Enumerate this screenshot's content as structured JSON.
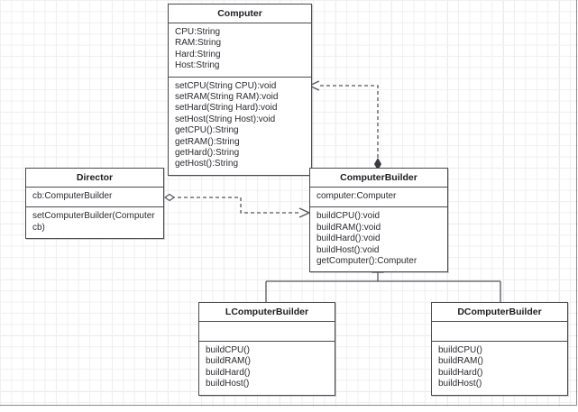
{
  "diagram": {
    "type": "uml-class-diagram",
    "classes": [
      {
        "id": "computer",
        "name": "Computer",
        "attributes": [
          "CPU:String",
          "RAM:String",
          "Hard:String",
          "Host:String"
        ],
        "operations": [
          "setCPU(String CPU):void",
          "setRAM(String RAM):void",
          "setHard(String Hard):void",
          "setHost(String Host):void",
          "getCPU():String",
          "getRAM():String",
          "getHard():String",
          "getHost():String"
        ]
      },
      {
        "id": "director",
        "name": "Director",
        "attributes": [
          "cb:ComputerBuilder"
        ],
        "operations": [
          "setComputerBuilder(Computer cb)"
        ]
      },
      {
        "id": "computerbuilder",
        "name": "ComputerBuilder",
        "attributes": [
          "computer:Computer"
        ],
        "operations": [
          "buildCPU():void",
          "buildRAM():void",
          "buildHard():void",
          "buildHost():void",
          "getComputer():Computer"
        ]
      },
      {
        "id": "lcomputerbuilder",
        "name": "LComputerBuilder",
        "attributes": [],
        "operations": [
          "buildCPU()",
          "buildRAM()",
          "buildHard()",
          "buildHost()"
        ]
      },
      {
        "id": "dcomputerbuilder",
        "name": "DComputerBuilder",
        "attributes": [],
        "operations": [
          "buildCPU()",
          "buildRAM()",
          "buildHard()",
          "buildHost()"
        ]
      }
    ],
    "relationships": [
      {
        "id": "builder-creates-computer",
        "kind": "aggregation-dashed",
        "from": "computerbuilder",
        "to": "computer",
        "line": "dashed",
        "source_marker": "filled-diamond",
        "target_marker": "open-arrow"
      },
      {
        "id": "director-uses-builder",
        "kind": "aggregation-dashed",
        "from": "director",
        "to": "computerbuilder",
        "line": "dashed",
        "source_marker": "hollow-diamond",
        "target_marker": "open-arrow"
      },
      {
        "id": "lbuilder-extends-builder",
        "kind": "generalization",
        "from": "lcomputerbuilder",
        "to": "computerbuilder",
        "line": "solid",
        "target_marker": "hollow-triangle"
      },
      {
        "id": "dbuilder-extends-builder",
        "kind": "generalization",
        "from": "dcomputerbuilder",
        "to": "computerbuilder",
        "line": "solid",
        "target_marker": "hollow-triangle"
      }
    ]
  },
  "colors": {
    "class_border": "#4a4a4f",
    "class_fill": "#ffffff",
    "connector": "#55555c",
    "grid_minor": "#f0f0f2",
    "grid_major": "#e6e6ea",
    "text": "#1c1c20"
  }
}
